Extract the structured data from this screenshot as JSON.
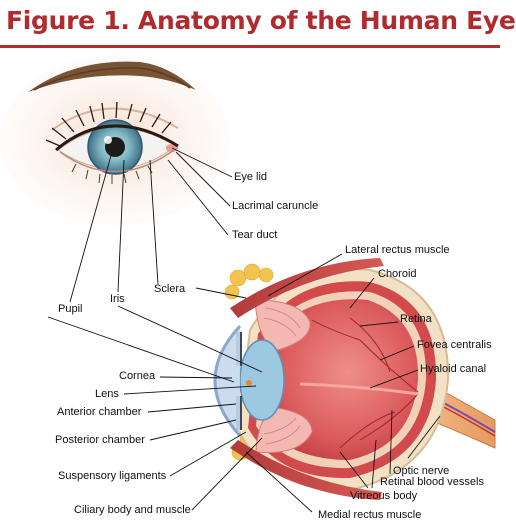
{
  "title": "Figure 1. Anatomy of the Human Eye",
  "accent_color": "#b02a2e",
  "labels": {
    "eye_lid": "Eye lid",
    "lacrimal_caruncle": "Lacrimal caruncle",
    "tear_duct": "Tear duct",
    "lateral_rectus_muscle": "Lateral rectus muscle",
    "choroid": "Choroid",
    "retina": "Retina",
    "fovea_centralis": "Fovea centralis",
    "hyaloid_canal": "Hyaloid canal",
    "sclera": "Sclera",
    "pupil": "Pupil",
    "iris": "Iris",
    "cornea": "Cornea",
    "lens": "Lens",
    "anterior_chamber": "Anterior chamber",
    "posterior_chamber": "Posterior chamber",
    "suspensory_ligaments": "Suspensory ligaments",
    "ciliary_body_and_muscle": "Ciliary body and muscle",
    "optic_nerve": "Optic nerve",
    "retinal_blood_vessels": "Retinal blood vessels",
    "vitreous_body": "Vitreous body",
    "medial_rectus_muscle": "Medial rectus muscle"
  }
}
